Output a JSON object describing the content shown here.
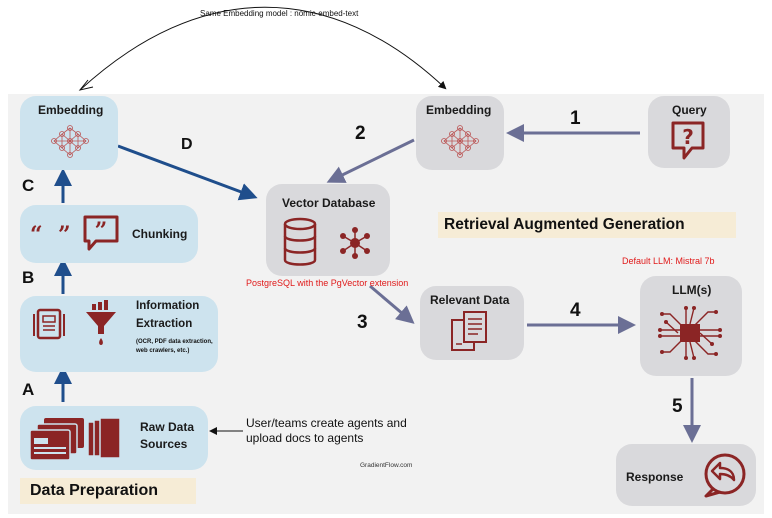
{
  "top_note": "Same Embedding model : nomic-embed-text",
  "nodes": {
    "embedding_left": "Embedding",
    "embedding_right": "Embedding",
    "query": "Query",
    "chunking": "Chunking",
    "vector_db": "Vector Database",
    "info_extraction_line1": "Information",
    "info_extraction_line2": "Extraction",
    "info_extraction_detail": "(OCR, PDF data extraction, web crawlers, etc.)",
    "raw_data_line1": "Raw Data",
    "raw_data_line2": "Sources",
    "relevant_data": "Relevant Data",
    "llm": "LLM(s)",
    "response": "Response"
  },
  "edge_labels": {
    "A": "A",
    "B": "B",
    "C": "C",
    "D": "D",
    "n1": "1",
    "n2": "2",
    "n3": "3",
    "n4": "4",
    "n5": "5"
  },
  "annotations": {
    "pgvector": "PostgreSQL with the PgVector extension",
    "default_llm": "Default LLM: Mistral 7b",
    "user_teams": "User/teams create agents and upload docs to agents",
    "credit": "GradientFlow.com"
  },
  "titles": {
    "rag": "Retrieval Augmented Generation",
    "data_prep": "Data Preparation"
  },
  "colors": {
    "icon_red": "#8b2525",
    "arrow_blue": "#1f4e8c",
    "arrow_gray": "#6b6f95",
    "annotation_red": "#e01a1a",
    "blue_box": "#cde3ee",
    "gray_box": "#d9d9dc"
  }
}
